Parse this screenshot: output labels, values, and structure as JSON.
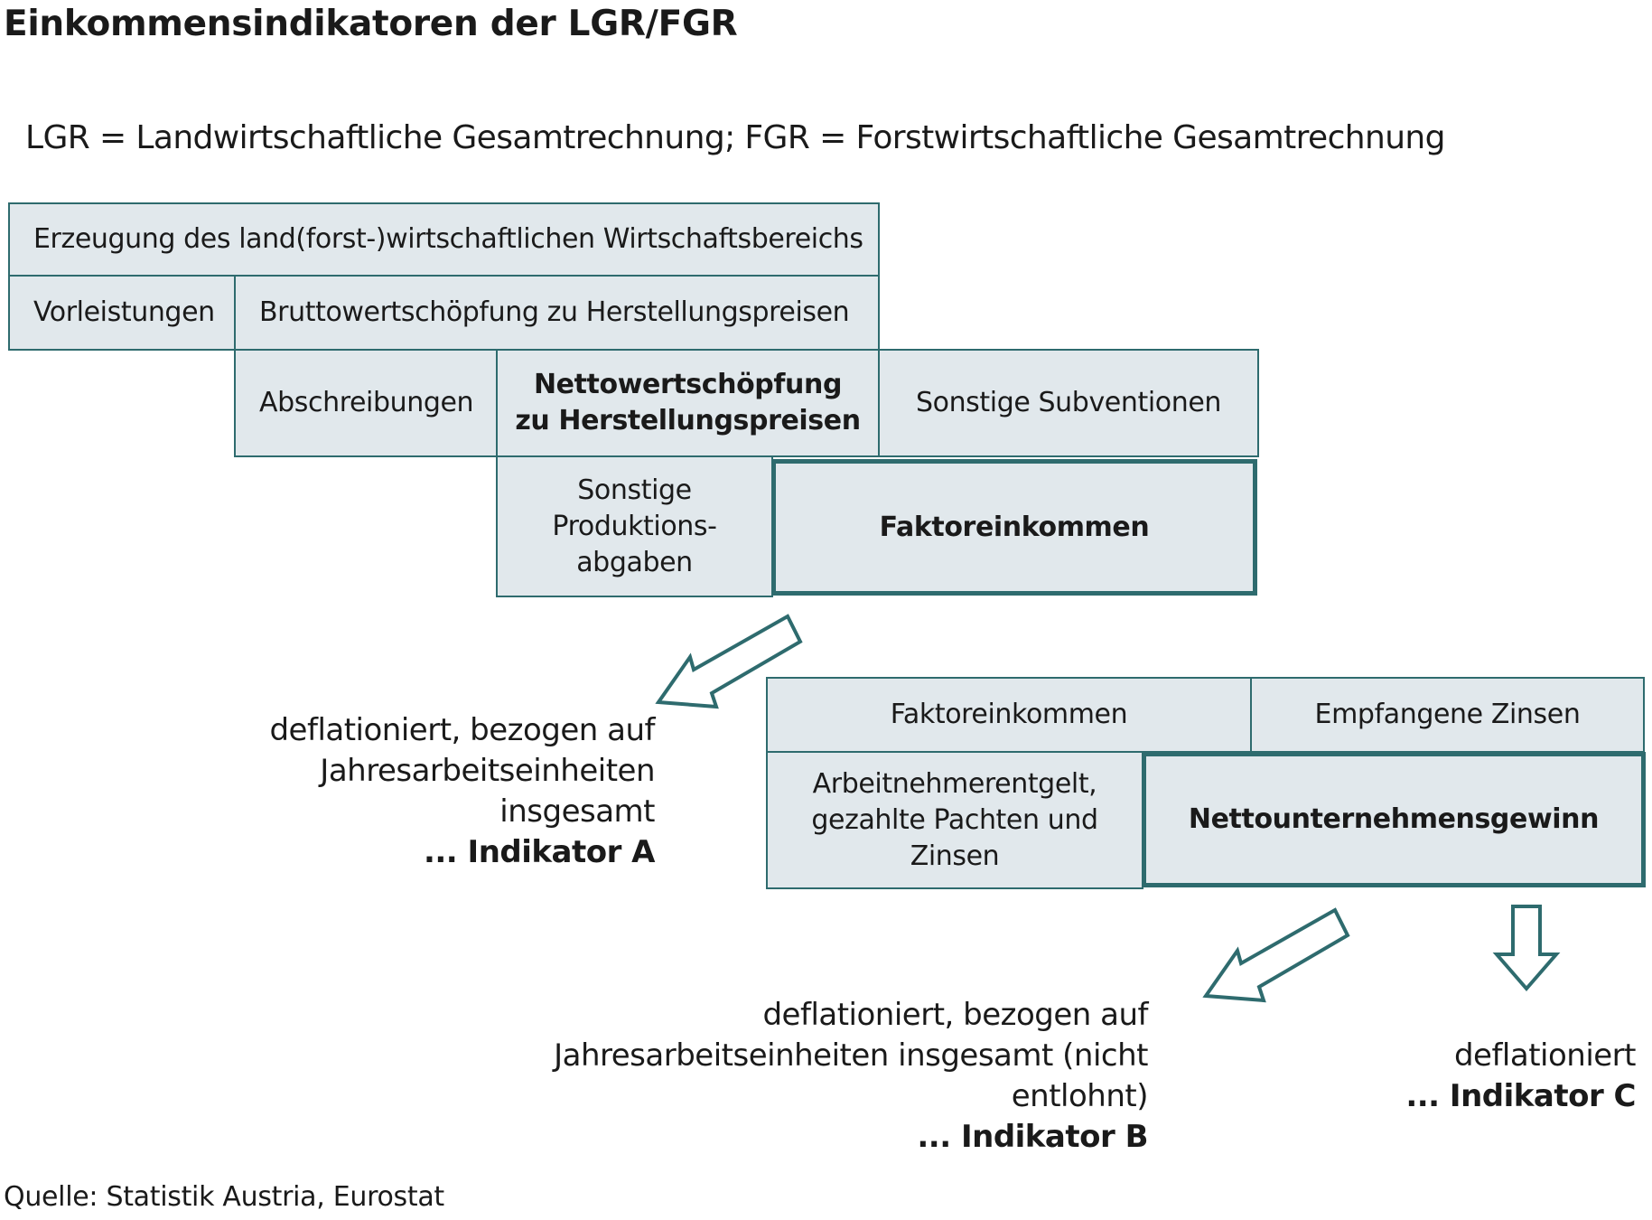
{
  "title": "Einkommensindikatoren der LGR/FGR",
  "subtitle": "LGR = Landwirtschaftliche Gesamtrechnung; FGR = Forstwirtschaftliche Gesamtrechnung",
  "boxes": {
    "erzeugung": "Erzeugung des land(forst-)wirtschaftlichen Wirtschaftsbereichs",
    "vorleistungen": "Vorleistungen",
    "bruttowertschoepfung": "Bruttowertschöpfung zu Herstellungspreisen",
    "abschreibungen": "Abschreibungen",
    "nettowertschoepfung": "Nettowertschöpfung\nzu Herstellungspreisen",
    "sonstige_subventionen": "Sonstige Subventionen",
    "sonstige_produktionsabgaben": "Sonstige\nProduktions-\nabgaben",
    "faktoreinkommen": "Faktoreinkommen",
    "faktoreinkommen_2": "Faktoreinkommen",
    "empfangene_zinsen": "Empfangene Zinsen",
    "arbeitnehmerentgelt": "Arbeitnehmerentgelt,\ngezahlte Pachten und\nZinsen",
    "nettounternehmensgewinn": "Nettounternehmensgewinn"
  },
  "notes": {
    "a_text": "deflationiert, bezogen auf\nJahresarbeitseinheiten\ninsgesamt",
    "a_indicator": "... Indikator A",
    "b_text": "deflationiert, bezogen auf\nJahresarbeitseinheiten insgesamt (nicht\nentlohnt)",
    "b_indicator": "... Indikator B",
    "c_text": "deflationiert",
    "c_indicator": "... Indikator C"
  },
  "source": "Quelle: Statistik Austria, Eurostat",
  "colors": {
    "box_fill": "#e1e8ec",
    "border": "#2e6b6e"
  }
}
